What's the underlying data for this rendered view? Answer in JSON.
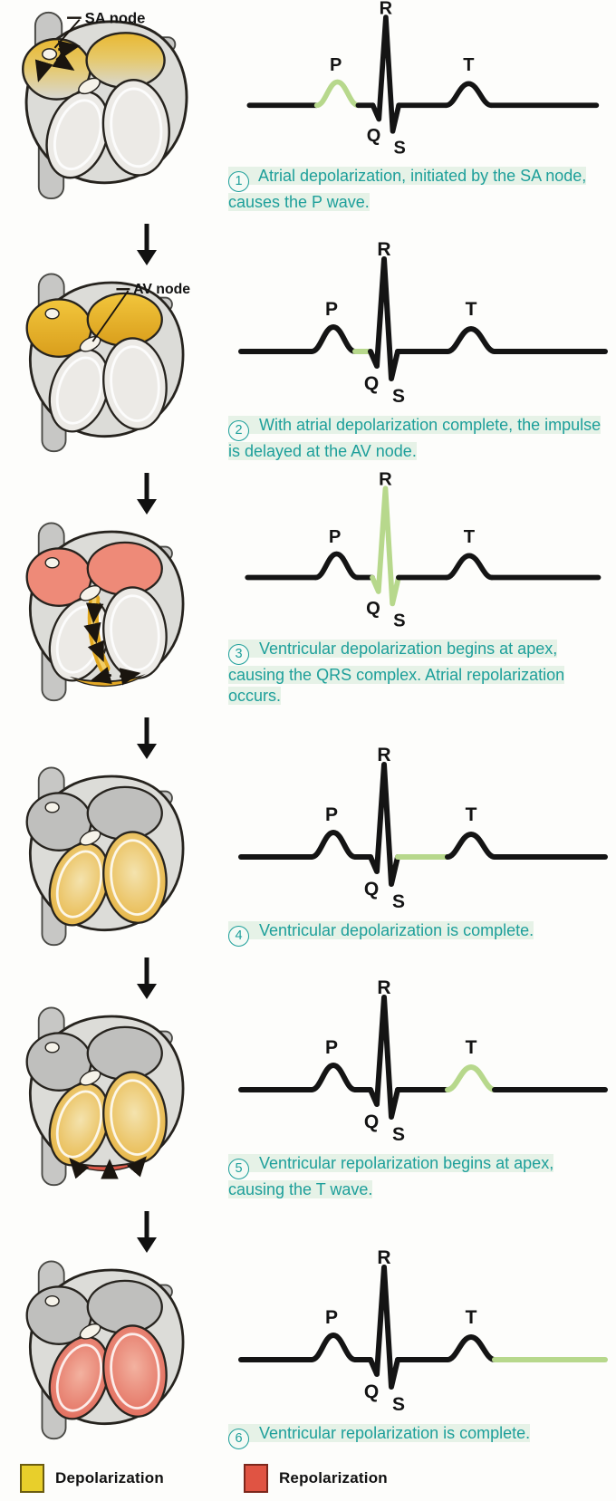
{
  "ecg": {
    "wave_labels": [
      "P",
      "Q",
      "R",
      "S",
      "T"
    ]
  },
  "colors": {
    "caption_text": "#1d9f9a",
    "caption_highlight": "#e6f2e7",
    "ecg_line": "#141414",
    "ecg_highlight_green": "#b7d88c",
    "heart_wall_gray": "#dcdcd8",
    "vessel_gray": "#c7c7c5",
    "depolarization_yellow": "#e9b832",
    "depolarization_gold_dark": "#d99e1c",
    "repolarization_salmon": "#ee8a78",
    "repolarization_red": "#dd5748",
    "atria_gray": "#bfbfbd",
    "outline_dark": "#26231e"
  },
  "panels": [
    {
      "number": "1",
      "caption": "Atrial depolarization, initiated by the SA node, causes the P wave.",
      "ecg_highlight": "p",
      "heart": {
        "label": "SA node",
        "atria": "gradient-yellow",
        "ventricles": "plain",
        "apex": null,
        "septum": false,
        "sa_arrows": true,
        "apex_arrows": false
      }
    },
    {
      "number": "2",
      "caption": "With atrial depolarization complete, the impulse is delayed at the AV node.",
      "ecg_highlight": "pq",
      "heart": {
        "label": "AV node",
        "atria": "gold",
        "ventricles": "plain",
        "apex": null,
        "septum": false,
        "sa_arrows": false,
        "apex_arrows": false
      }
    },
    {
      "number": "3",
      "caption": "Ventricular depolarization begins at apex, causing the QRS complex. Atrial repolarization occurs.",
      "ecg_highlight": "qrs",
      "heart": {
        "label": null,
        "atria": "salmon",
        "ventricles": "plain",
        "apex": "gold",
        "septum": true,
        "sa_arrows": false,
        "apex_arrows": false
      }
    },
    {
      "number": "4",
      "caption": "Ventricular depolarization is complete.",
      "ecg_highlight": "st",
      "heart": {
        "label": null,
        "atria": "gray",
        "ventricles": "gold",
        "apex": null,
        "septum": false,
        "sa_arrows": false,
        "apex_arrows": false
      }
    },
    {
      "number": "5",
      "caption": "Ventricular repolarization begins at apex, causing the T wave.",
      "ecg_highlight": "t",
      "heart": {
        "label": null,
        "atria": "gray",
        "ventricles": "gold",
        "apex": "red",
        "septum": false,
        "sa_arrows": false,
        "apex_arrows": true
      }
    },
    {
      "number": "6",
      "caption": "Ventricular repolarization is complete.",
      "ecg_highlight": "end",
      "heart": {
        "label": null,
        "atria": "gray",
        "ventricles": "salmon",
        "apex": null,
        "septum": false,
        "sa_arrows": false,
        "apex_arrows": false
      }
    }
  ],
  "legend": {
    "depolarization_label": "Depolarization",
    "depolarization_color": "#e8cf2b",
    "repolarization_label": "Repolarization",
    "repolarization_color": "#e05443"
  }
}
